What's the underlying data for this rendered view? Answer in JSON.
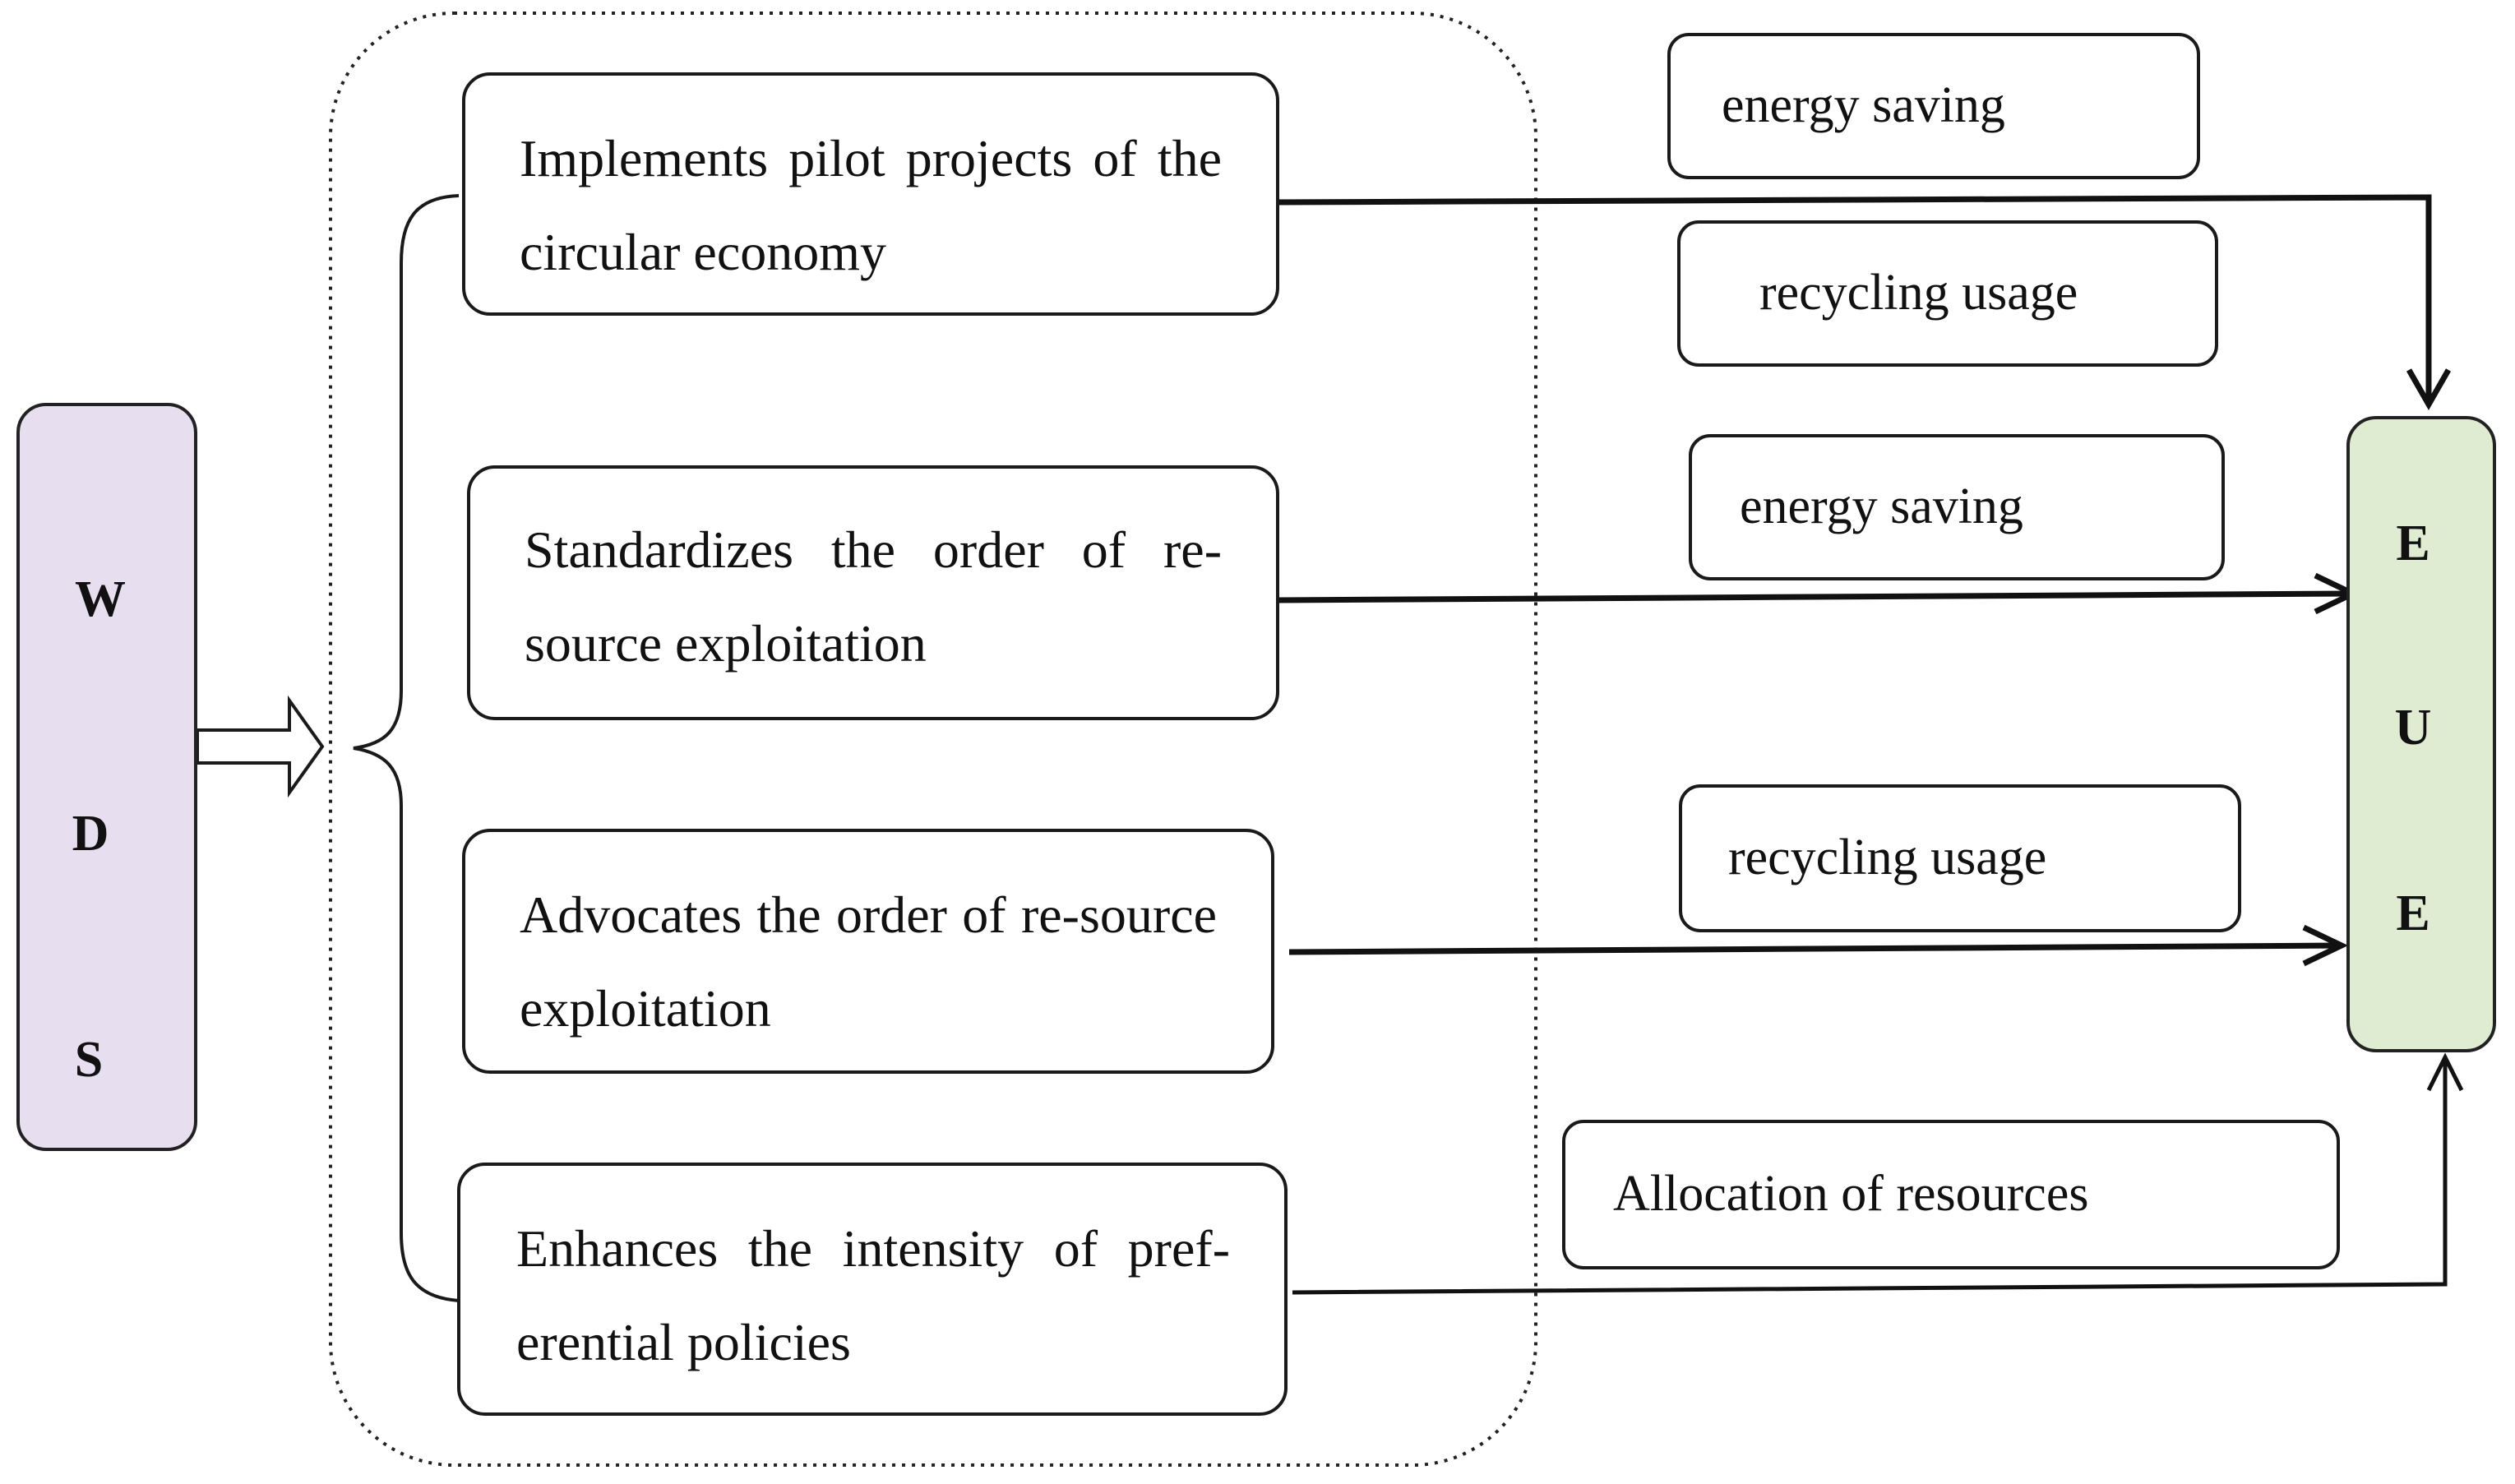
{
  "colors": {
    "wds_fill": "#e7dff0",
    "eue_fill": "#e0ecd2",
    "stroke": "#1a1a1a"
  },
  "wds": {
    "letters": [
      "W",
      "D",
      "S"
    ]
  },
  "eue": {
    "letters": [
      "E",
      "U",
      "E"
    ]
  },
  "mechanisms": [
    "Implements pilot projects of the circular economy",
    "Standardizes the order of re-source exploitation",
    "Advocates the order of re-source exploitation",
    "Enhances the intensity of pref-erential policies"
  ],
  "paths": [
    "energy saving",
    "recycling usage",
    "energy saving",
    "recycling usage",
    "Allocation of resources"
  ]
}
